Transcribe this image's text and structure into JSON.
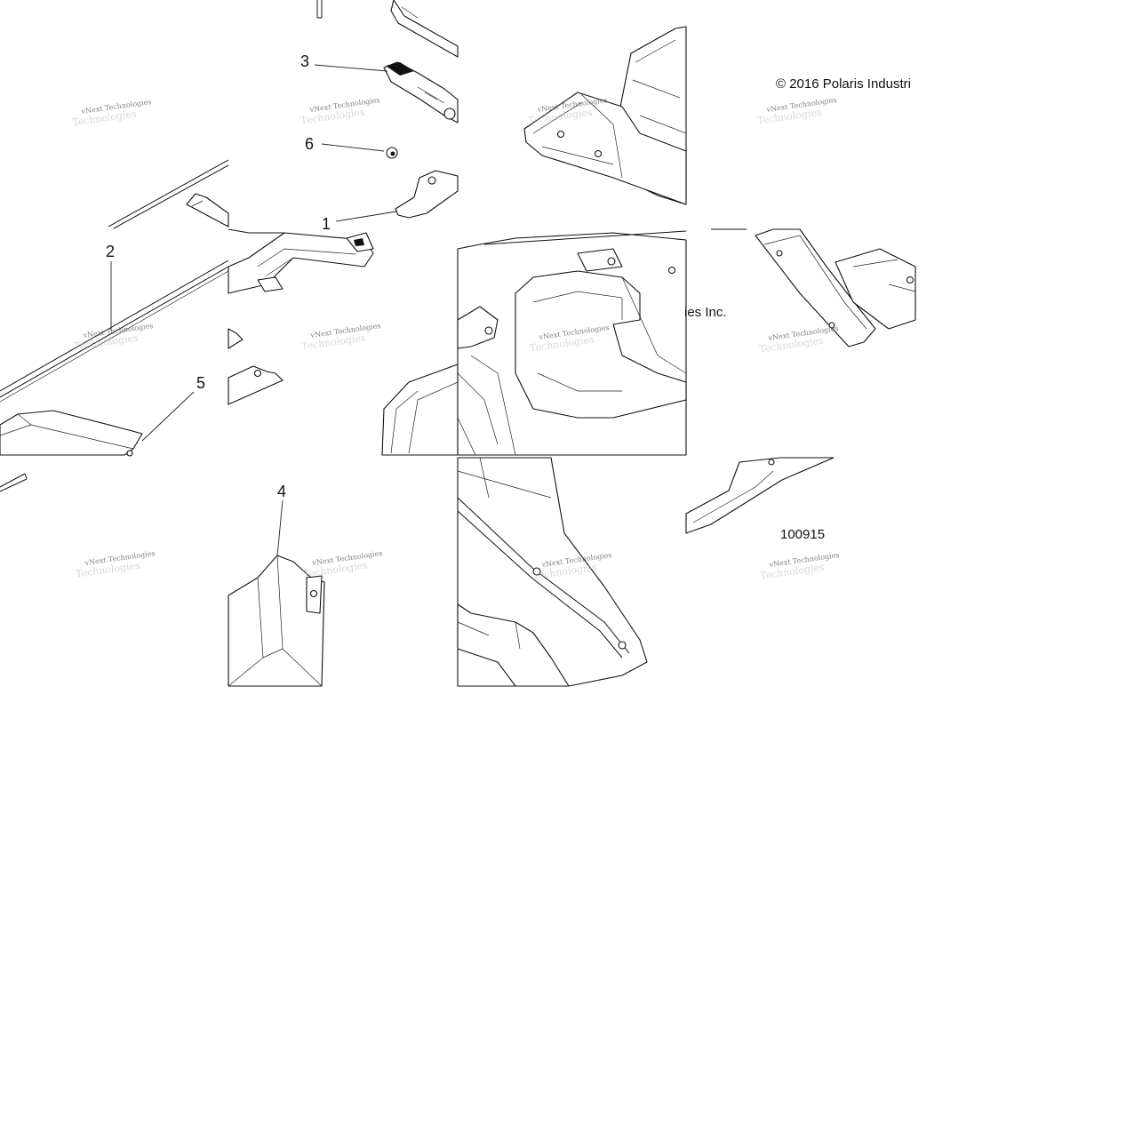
{
  "copyright_top": "© 2016 Polaris Industri",
  "copyright_mid": "ies Inc.",
  "figure_number": "100915",
  "callouts": {
    "c1": "1",
    "c2": "2",
    "c3": "3",
    "c4": "4",
    "c5": "5",
    "c6": "6"
  },
  "watermark": {
    "line1": "vNext Technologies",
    "line2": "Technologies"
  },
  "colors": {
    "background": "#ffffff",
    "ink": "#111111",
    "watermark": "#6a6a6a"
  }
}
